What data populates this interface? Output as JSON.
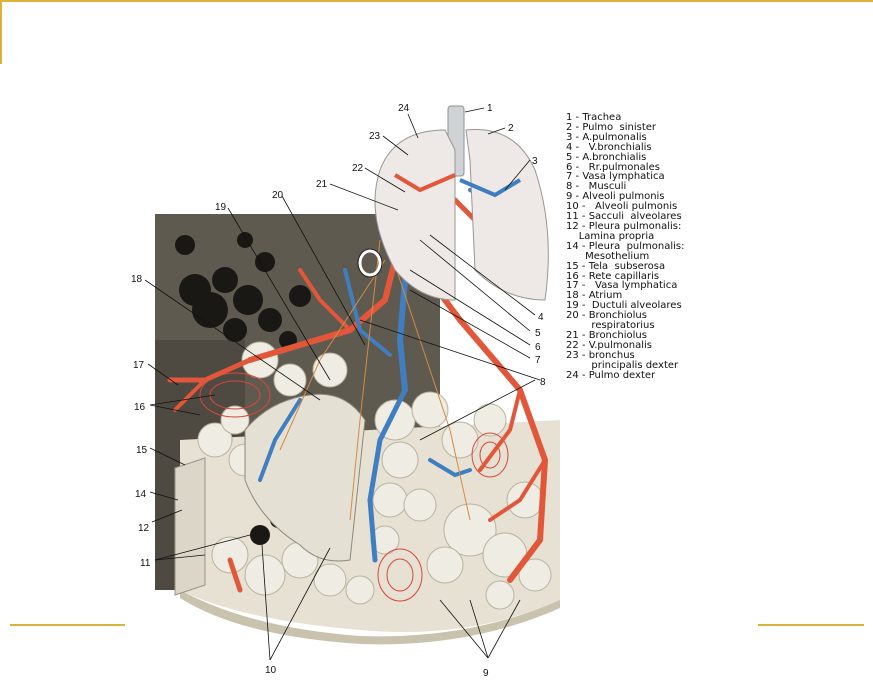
{
  "legend": [
    "1 - Trachea",
    "2 - Pulmo  sinister",
    "3 - A.pulmonalis",
    "4 -   V.bronchialis",
    "5 - A.bronchialis",
    "6 -   Rr.pulmonales",
    "7 - Vasa lymphatica",
    "8 -   Musculi",
    "9 - Alveoli pulmonis",
    "10 -   Alveoli pulmonis",
    "11 - Sacculi  alveolares",
    "12 - Pleura pulmonalis:",
    "    Lamina propria",
    "14 - Pleura  pulmonalis:",
    "      Mesothelium",
    "15 - Tela  subserosa",
    "16 - Rete capillaris",
    "17 -   Vasa lymphatica",
    "18 - Atrium",
    "19 -  Ductuli alveolares",
    "20 - Bronchiolus",
    "        respiratorius",
    "21 - Bronchiolus",
    "22 - V.pulmonalis",
    "23 - bronchus",
    "        principalis dexter",
    "24 - Pulmo dexter"
  ],
  "callouts": {
    "n1": "1",
    "n2": "2",
    "n3": "3",
    "n4": "4",
    "n5": "5",
    "n6": "6",
    "n7": "7",
    "n8": "8",
    "n9": "9",
    "n10": "10",
    "n11": "11",
    "n12": "12",
    "n14": "14",
    "n15": "15",
    "n16": "16",
    "n17": "17",
    "n18": "18",
    "n19": "19",
    "n20": "20",
    "n21": "21",
    "n22": "22",
    "n23": "23",
    "n24": "24"
  },
  "colors": {
    "frame": "#d8b43a",
    "artery": "#e2573a",
    "vein": "#3f7fc1",
    "tissue": "#5f5a4f",
    "alveoli": "#efece3"
  }
}
